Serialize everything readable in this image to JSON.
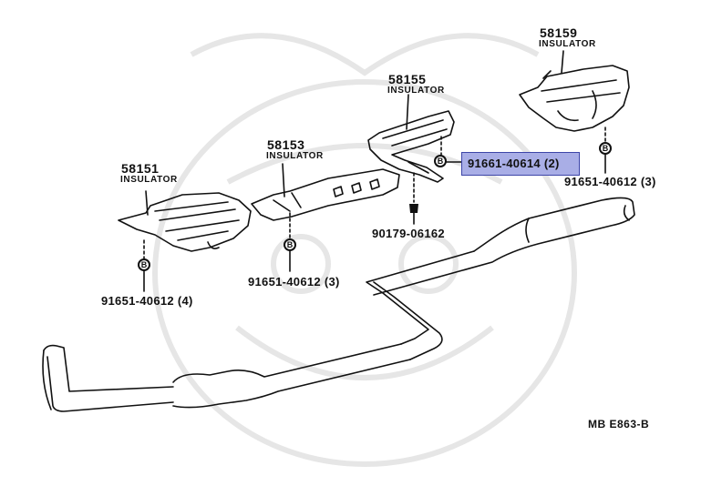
{
  "parts": [
    {
      "number": "58151",
      "name": "INSULATOR"
    },
    {
      "number": "58153",
      "name": "INSULATOR"
    },
    {
      "number": "58155",
      "name": "INSULATOR"
    },
    {
      "number": "58159",
      "name": "INSULATOR"
    }
  ],
  "callouts": {
    "bolt_left": "91651-40612 (4)",
    "bolt_mid": "91651-40612 (3)",
    "bolt_right": "91651-40612 (3)",
    "bolt_highlight": "91661-40614 (2)",
    "grommet": "90179-06162"
  },
  "bolt_symbol": "B",
  "diagram_code": "MB E863-B",
  "colors": {
    "line": "#111111",
    "highlight_fill": "#a9aee6",
    "highlight_border": "#3d45a8",
    "watermark": "#e6e6e6"
  }
}
